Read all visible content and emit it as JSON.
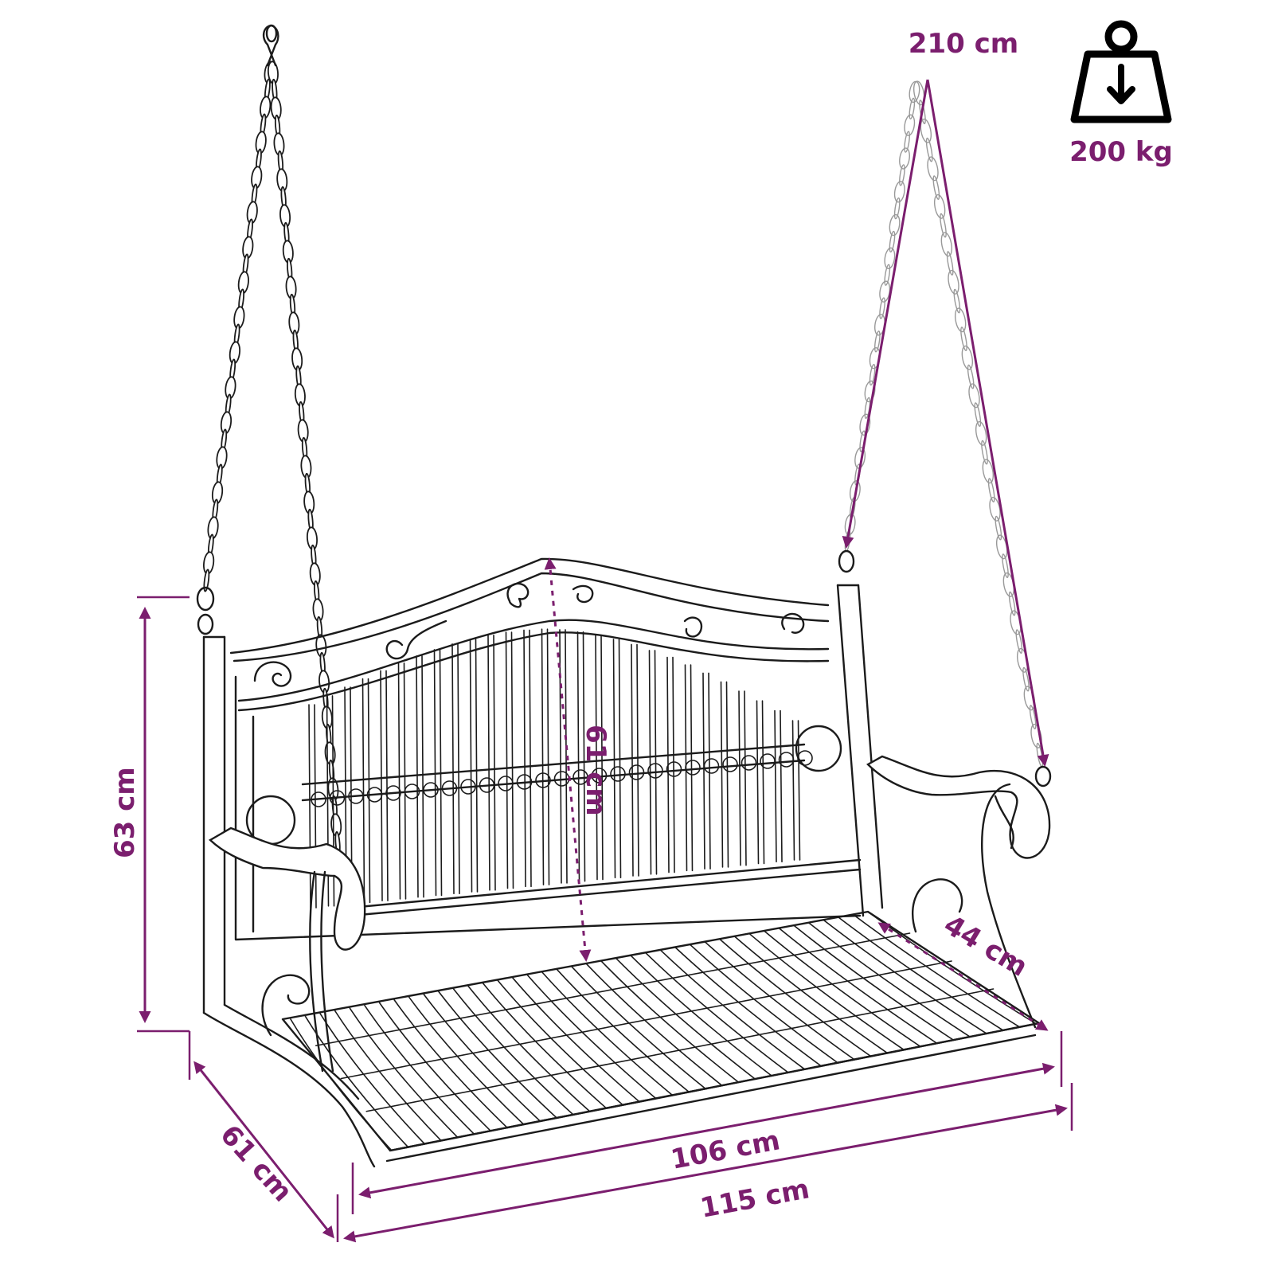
{
  "accent_color": "#7b1e6e",
  "line_color": "#1b1b1b",
  "weight": {
    "icon": "weight-icon",
    "label": "200 kg"
  },
  "dimensions": {
    "chain_length": "210 cm",
    "back_height": "61 cm",
    "total_height": "63 cm",
    "seat_depth": "44 cm",
    "depth": "61 cm",
    "seat_width": "106 cm",
    "total_width": "115 cm"
  }
}
